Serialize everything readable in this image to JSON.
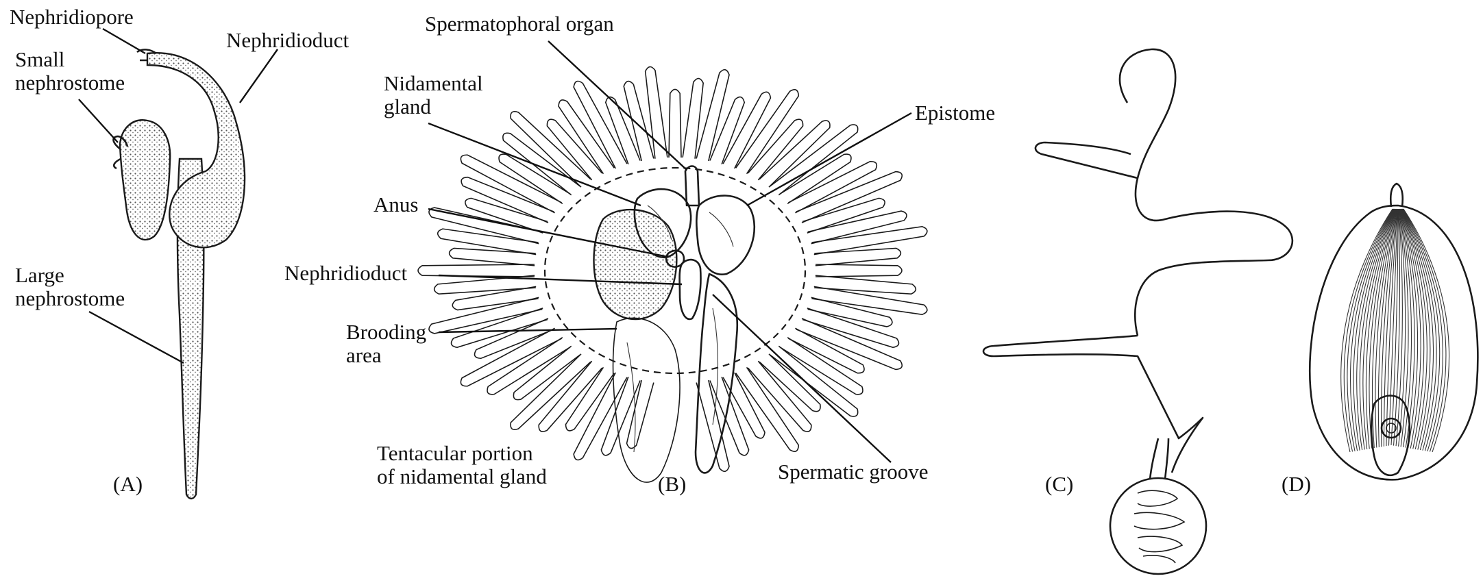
{
  "labels": {
    "nephridiopore": "Nephridiopore",
    "nephridioduct_a": "Nephridioduct",
    "small_nephrostome": "Small\nnephrostome",
    "large_nephrostome": "Large\nnephrostome",
    "panel_a": "(A)",
    "spermatophoral_organ": "Spermatophoral organ",
    "nidamental_gland": "Nidamental\ngland",
    "epistome": "Epistome",
    "anus": "Anus",
    "nephridioduct_b": "Nephridioduct",
    "brooding_area": "Brooding\narea",
    "tentacular_portion": "Tentacular portion\nof nidamental gland",
    "panel_b": "(B)",
    "spermatic_groove": "Spermatic groove",
    "panel_c": "(C)",
    "panel_d": "(D)"
  }
}
